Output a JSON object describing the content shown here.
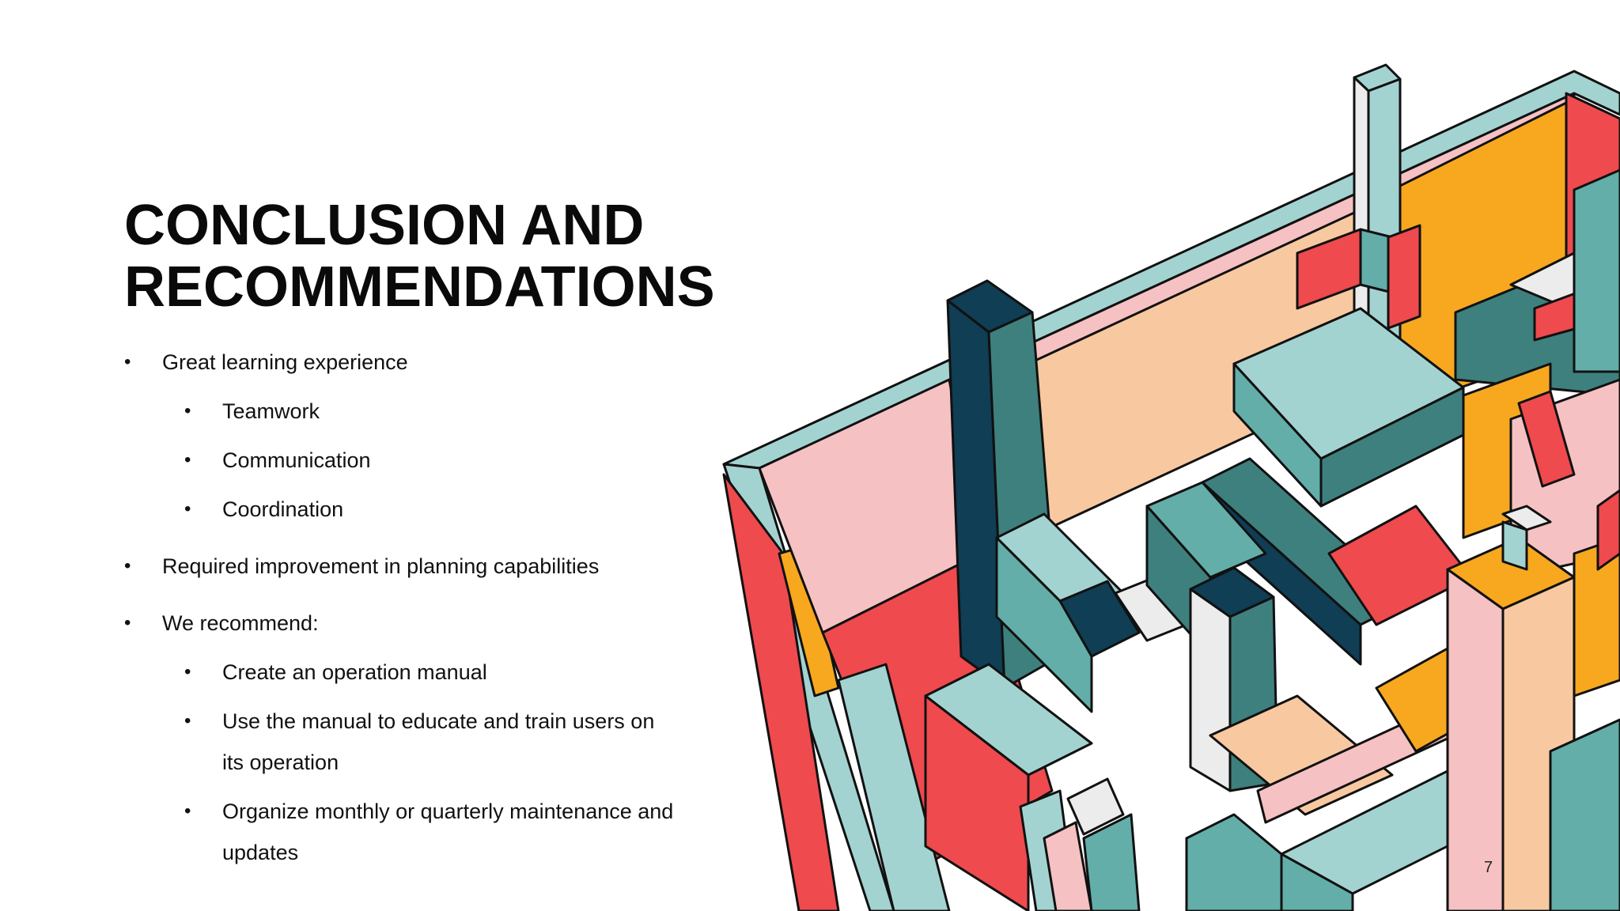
{
  "slide": {
    "title_lines": [
      "CONCLUSION AND",
      "RECOMMENDATIONS"
    ],
    "bullets": [
      {
        "text": "Great learning experience",
        "level": 1
      },
      {
        "text": "Teamwork",
        "level": 2
      },
      {
        "text": "Communication",
        "level": 2
      },
      {
        "text": "Coordination",
        "level": 2
      },
      {
        "text": "Required improvement in planning capabilities",
        "level": 1
      },
      {
        "text": "We recommend:",
        "level": 1
      },
      {
        "text": "Create an operation manual",
        "level": 2
      },
      {
        "text": "Use the manual to educate and train users on its operation",
        "level": 2
      },
      {
        "text": "Organize monthly or quarterly maintenance and updates",
        "level": 2
      }
    ],
    "bullet_glyph": "•",
    "page_number": "7",
    "colors": {
      "red": "#ef4a4e",
      "teal": "#63aea9",
      "light_teal": "#a3d3d1",
      "dark_teal": "#0f3e55",
      "orange": "#f7a81f",
      "peach": "#f8c9a0",
      "pink": "#f6c1c2",
      "white": "#ececec"
    }
  }
}
